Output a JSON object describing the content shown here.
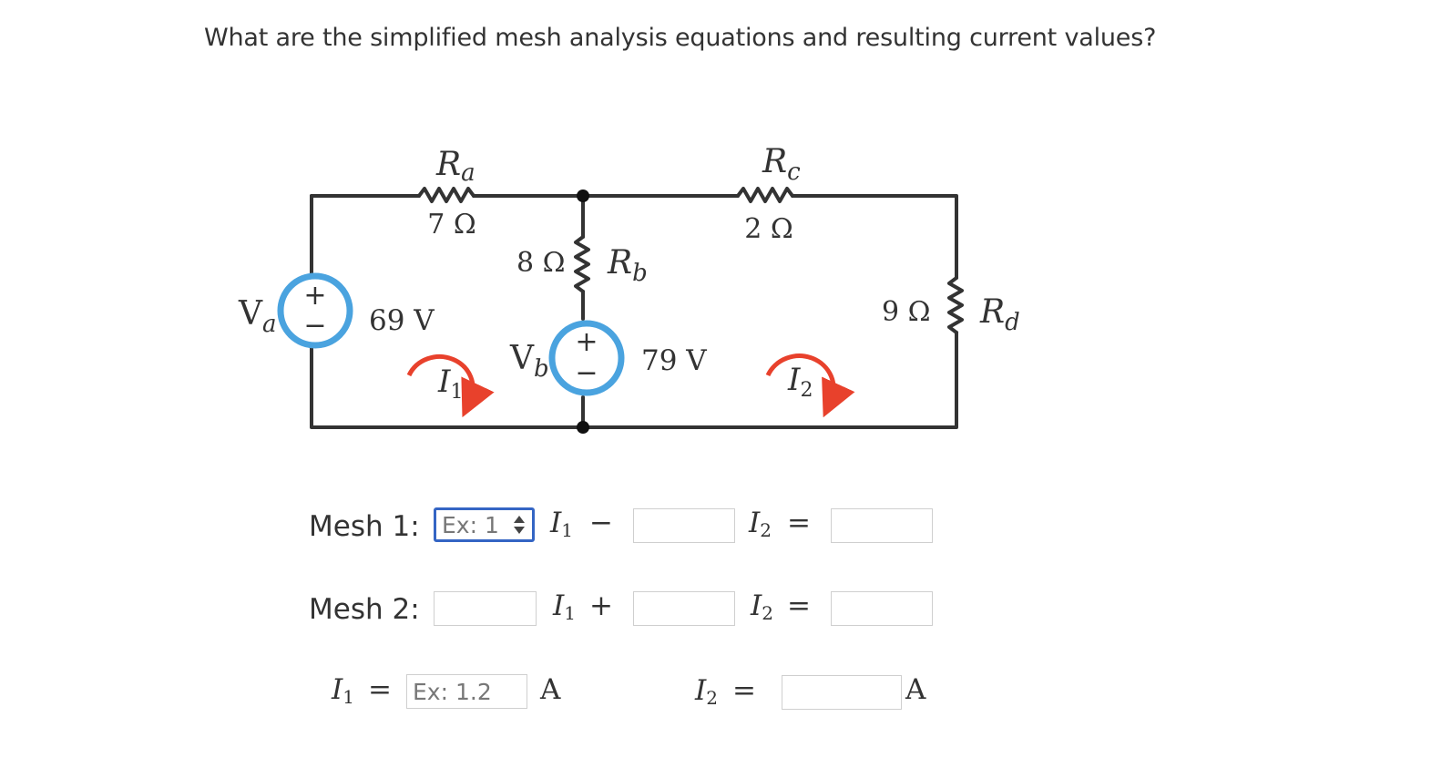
{
  "question": "What are the simplified mesh analysis equations and resulting current values?",
  "circuit": {
    "resistors": {
      "ra": {
        "name": "R",
        "sub": "a",
        "value": "7 Ω"
      },
      "rb": {
        "name": "R",
        "sub": "b",
        "value": "8 Ω"
      },
      "rc": {
        "name": "R",
        "sub": "c",
        "value": "2 Ω"
      },
      "rd": {
        "name": "R",
        "sub": "d",
        "value": "9 Ω"
      }
    },
    "sources": {
      "va": {
        "name": "V",
        "sub": "a",
        "value": "69 V"
      },
      "vb": {
        "name": "V",
        "sub": "b",
        "value": "79 V"
      }
    },
    "meshes": {
      "m1": {
        "name": "I",
        "sub": "1"
      },
      "m2": {
        "name": "I",
        "sub": "2"
      }
    },
    "plus": "+",
    "minus": "−"
  },
  "equations": {
    "mesh1": {
      "label": "Mesh 1:",
      "coef1_placeholder": "Ex: 1",
      "coef1_value": "",
      "op1": "−",
      "coef2_value": "",
      "eq": "=",
      "rhs_value": ""
    },
    "mesh2": {
      "label": "Mesh 2:",
      "coef1_value": "",
      "op1": "+",
      "coef2_value": "",
      "eq": "=",
      "rhs_value": ""
    },
    "results": {
      "i1_eq": "=",
      "i1_placeholder": "Ex: 1.2",
      "i1_value": "",
      "i1_unit": "A",
      "i2_eq": "=",
      "i2_value": "",
      "i2_unit": "A"
    },
    "var_i": "I",
    "sub1": "1",
    "sub2": "2"
  },
  "colors": {
    "source_ring": "#4aa3df",
    "mesh_arrow": "#e8412c",
    "wire": "#333333",
    "focus_border": "#3465c4"
  }
}
